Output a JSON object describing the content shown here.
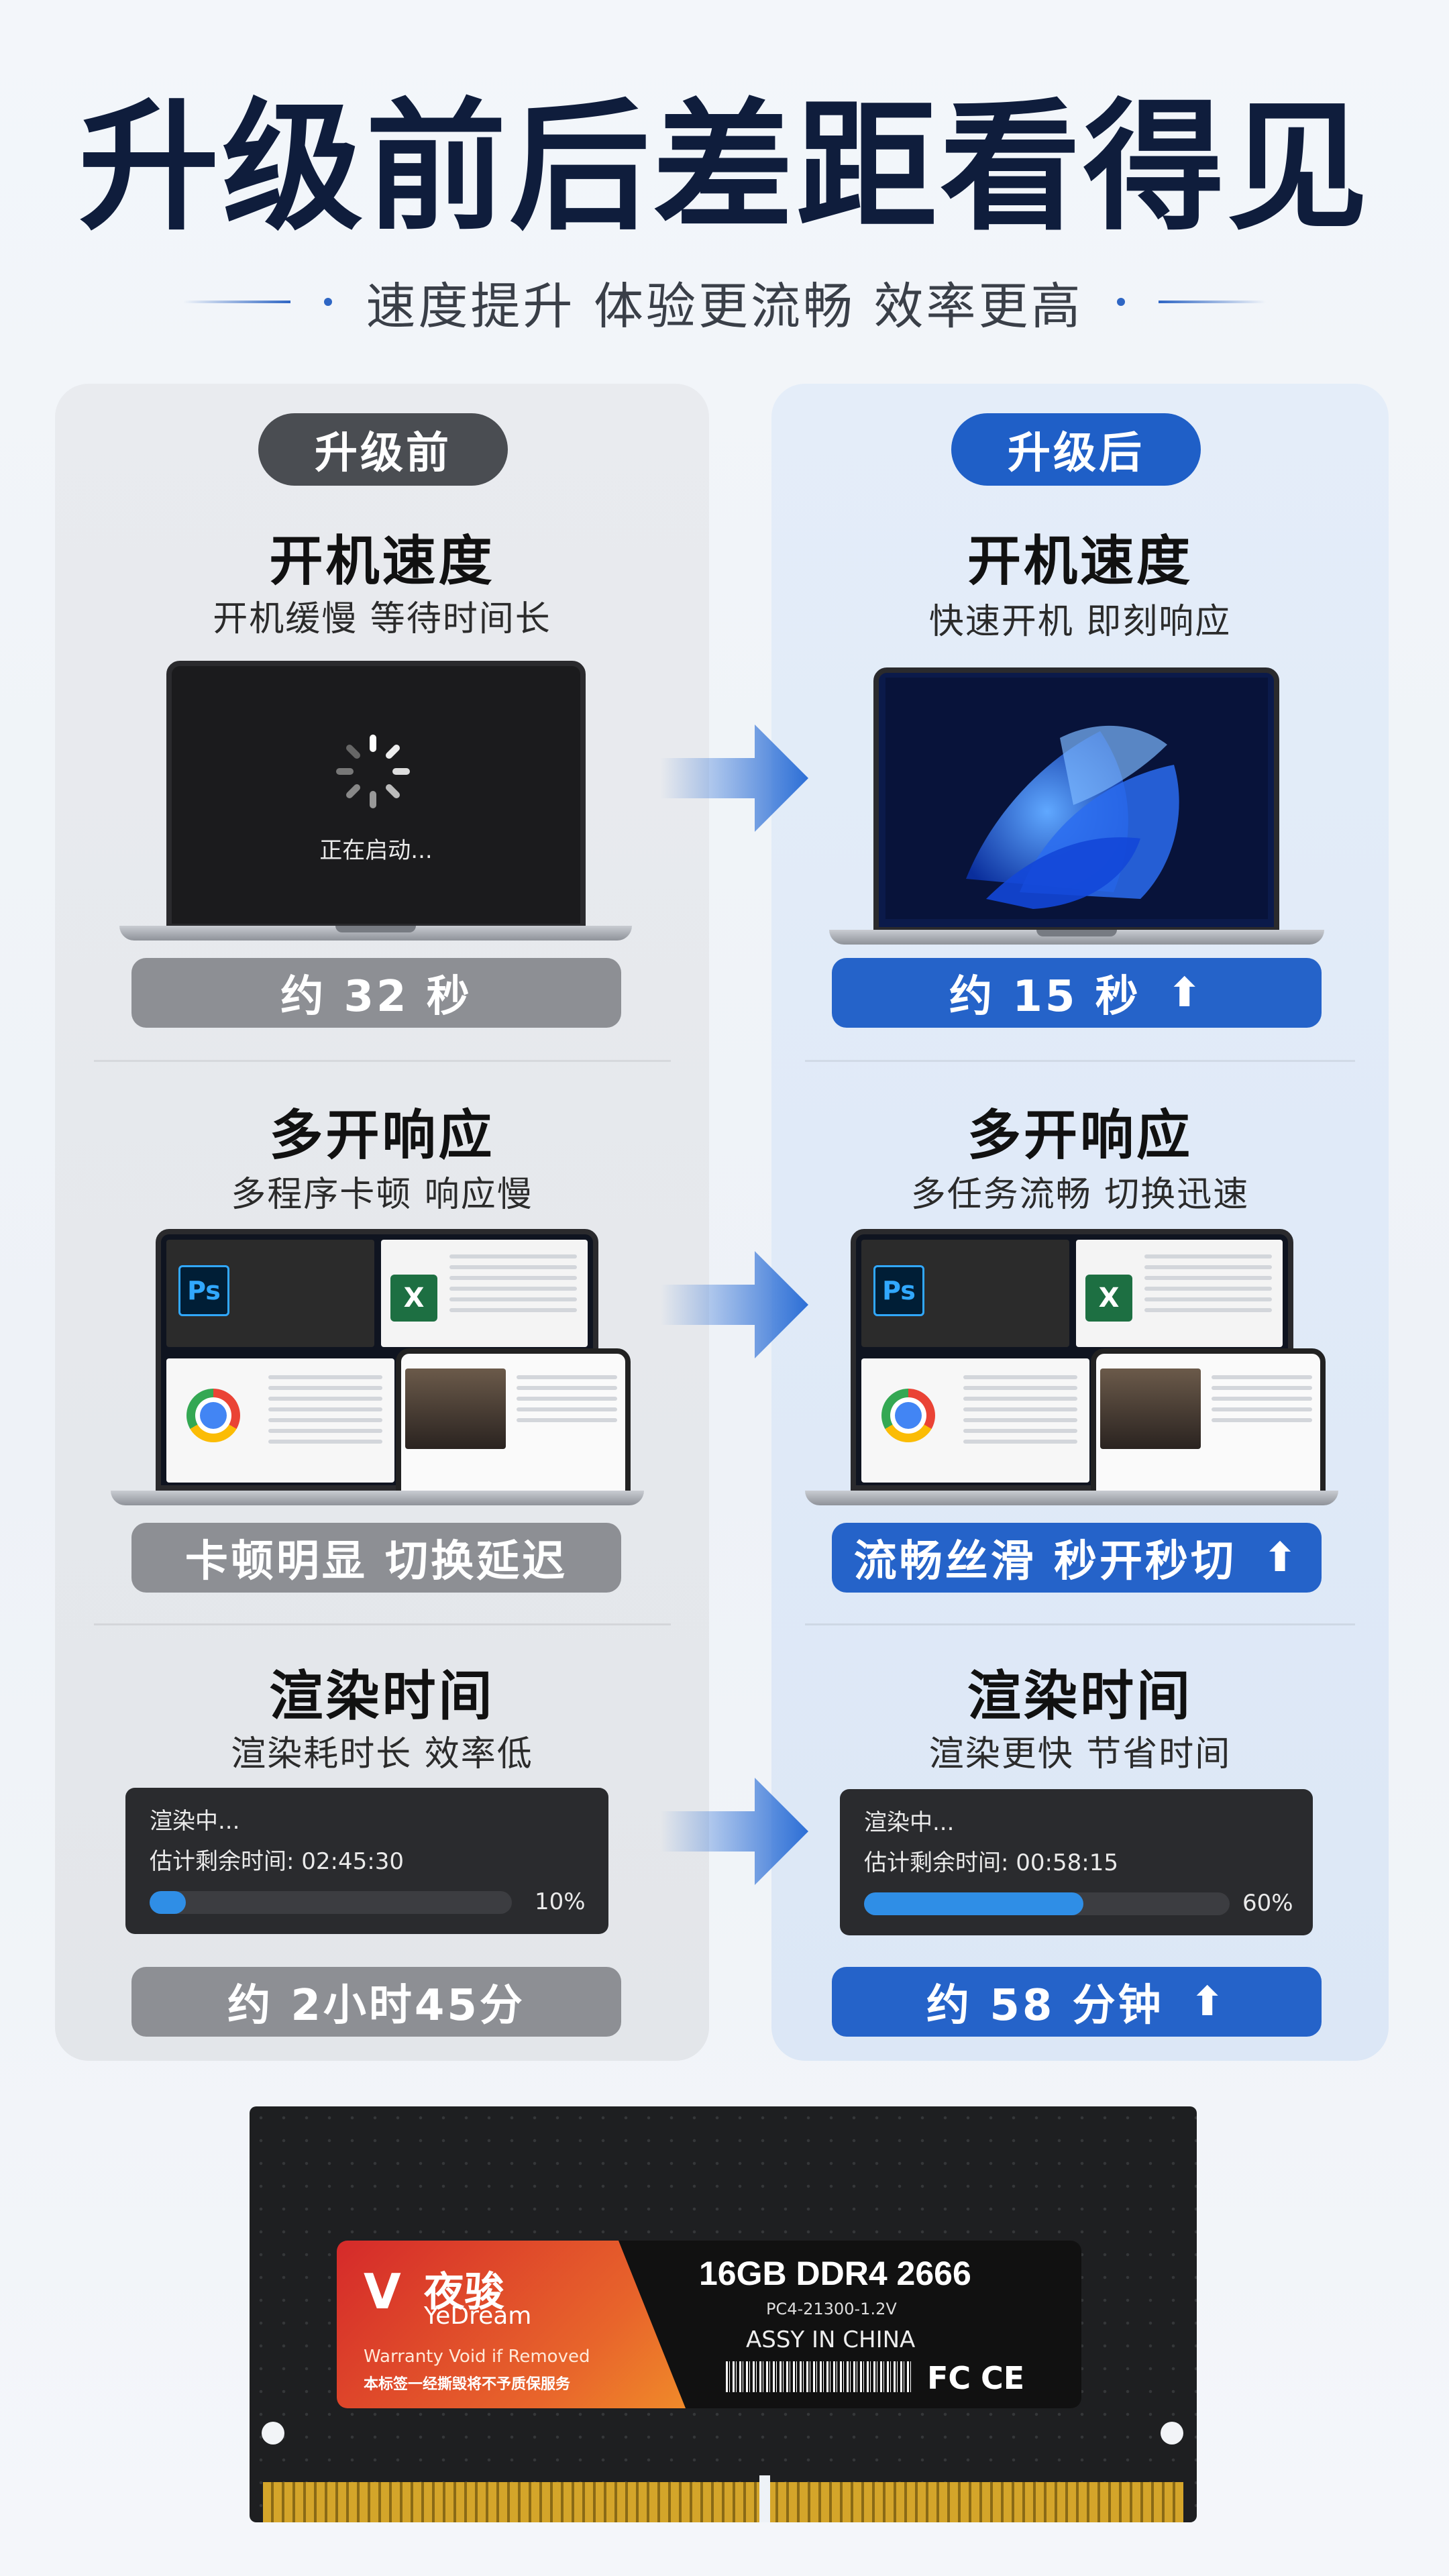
{
  "title": "升级前后差距看得见",
  "subtitle": "速度提升 体验更流畅 效率更高",
  "before": {
    "header": "升级前",
    "boot": {
      "title": "开机速度",
      "subtitle": "开机缓慢 等待时间长",
      "screen_text": "正在启动...",
      "result": "约 32 秒"
    },
    "multitask": {
      "title": "多开响应",
      "subtitle": "多程序卡顿 响应慢",
      "result": "卡顿明显 切换延迟"
    },
    "render": {
      "title": "渲染时间",
      "subtitle": "渲染耗时长 效率低",
      "status": "渲染中...",
      "remaining": "估计剩余时间:  02:45:30",
      "percent_label": "10%",
      "progress": 0.1,
      "result": "约 2小时45分"
    }
  },
  "after": {
    "header": "升级后",
    "boot": {
      "title": "开机速度",
      "subtitle": "快速开机 即刻响应",
      "result": "约 15 秒"
    },
    "multitask": {
      "title": "多开响应",
      "subtitle": "多任务流畅 切换迅速",
      "result": "流畅丝滑 秒开秒切"
    },
    "render": {
      "title": "渲染时间",
      "subtitle": "渲染更快 节省时间",
      "status": "渲染中...",
      "remaining": "估计剩余时间:  00:58:15",
      "percent_label": "60%",
      "progress": 0.6,
      "result": "约 58 分钟"
    }
  },
  "apps": {
    "ps": "Ps",
    "excel": "X"
  },
  "product": {
    "brand_cn": "夜骏",
    "brand_en": "YeDream",
    "capacity": "16GB DDR4 2666",
    "spec": "PC4-21300-1.2V",
    "origin": "ASSY IN CHINA",
    "warranty": "Warranty Void if Removed",
    "warranty_cn": "本标签一经撕毁将不予质保服务",
    "certs": [
      "FC",
      "CE"
    ]
  },
  "colors": {
    "accent": "#2563c9",
    "gray": "#8d8f94",
    "title": "#0f1d3c"
  }
}
